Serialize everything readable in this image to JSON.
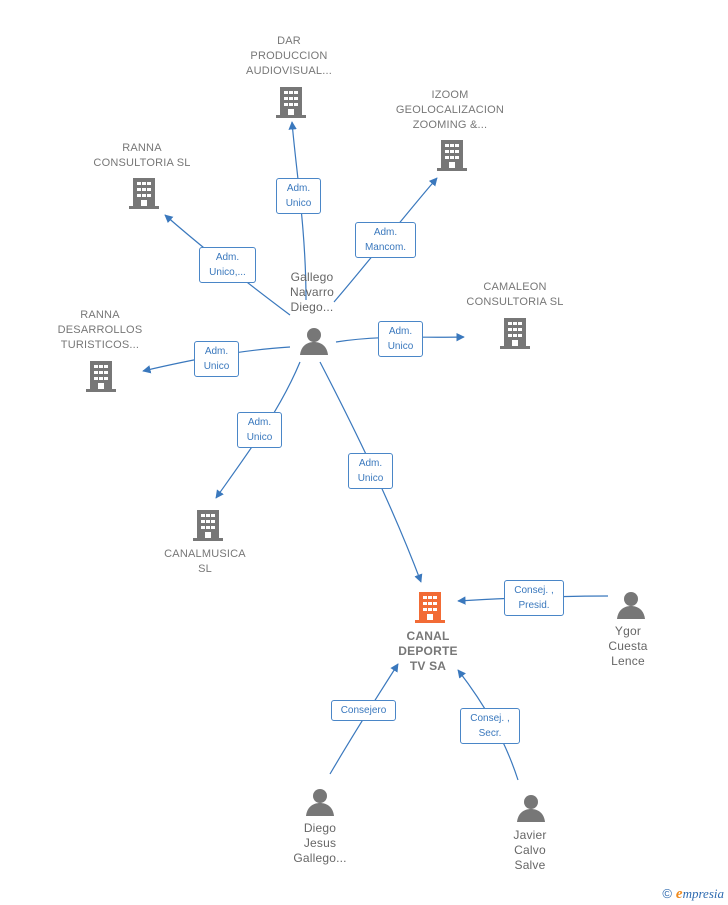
{
  "nodes": {
    "dar": "DAR\nPRODUCCION\nAUDIOVISUAL...",
    "izoom": "IZOOM\nGEOLOCALIZACION\nZOOMING &...",
    "ranna_consultoria": "RANNA\nCONSULTORIA SL",
    "camaleon": "CAMALEON\nCONSULTORIA SL",
    "ranna_desarrollos": "RANNA\nDESARROLLOS\nTURISTICOS...",
    "canalmusica": "CANALMUSICA\nSL",
    "canal_deporte": "CANAL\nDEPORTE\nTV SA",
    "gallego_navarro": "Gallego\nNavarro\nDiego...",
    "ygor": "Ygor\nCuesta\nLence",
    "diego_jesus": "Diego\nJesus\nGallego...",
    "javier": "Javier\nCalvo\nSalve"
  },
  "edges": {
    "to_dar": "Adm.\nUnico",
    "to_izoom": "Adm.\nMancom.",
    "to_ranna_consultoria": "Adm.\nUnico,...",
    "to_camaleon": "Adm.\nUnico",
    "to_ranna_desarrollos": "Adm.\nUnico",
    "to_canalmusica": "Adm.\nUnico",
    "to_canal_deporte": "Adm.\nUnico",
    "ygor_to_canal": "Consej. ,\nPresid.",
    "diego_to_canal": "Consejero",
    "javier_to_canal": "Consej. ,\nSecr."
  },
  "colors": {
    "edge": "#3a78bd",
    "company_icon": "#777777",
    "center_icon": "#f26b35",
    "person_icon": "#777777"
  },
  "footer": {
    "copyright": "©",
    "brand_initial": "e",
    "brand_rest": "mpresia"
  }
}
